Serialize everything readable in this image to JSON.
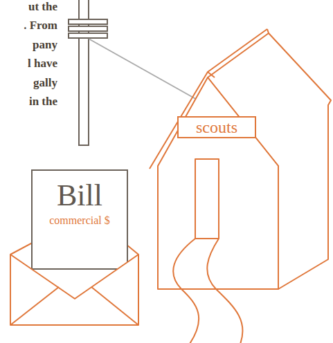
{
  "diagram": {
    "nodes": [
      {
        "text": [
          "scouts"
        ]
      },
      {
        "text": [
          "Bill",
          "commercial $"
        ]
      }
    ],
    "labels": [
      "ut the",
      ". From",
      "pany",
      "l have",
      "gally",
      "in the"
    ]
  }
}
